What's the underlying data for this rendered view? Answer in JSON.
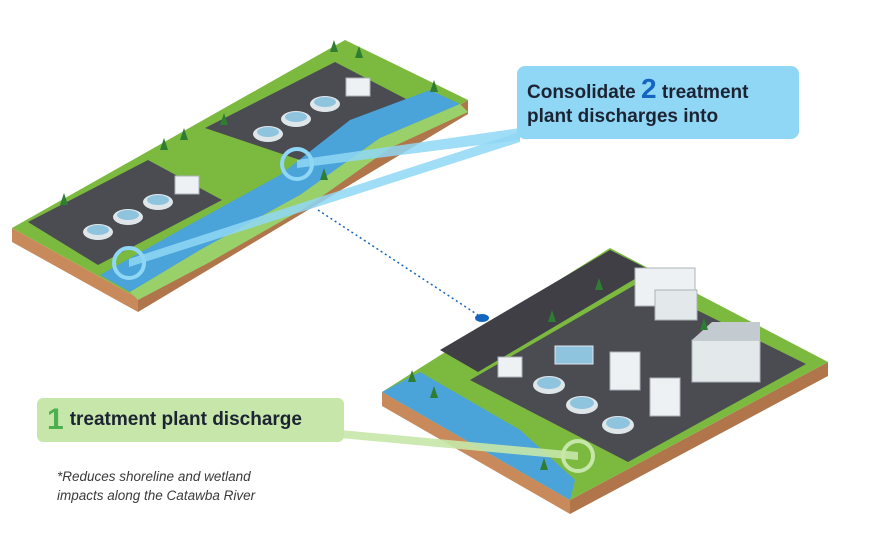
{
  "callout_top": {
    "text_before": "Consolidate ",
    "number": "2",
    "text_after": " treatment plant discharges into",
    "color": "#8fd7f5"
  },
  "callout_bottom": {
    "number": "1",
    "text": "treatment plant discharge",
    "color": "#c6e7a9"
  },
  "footnote": {
    "line1": "*Reduces shoreline and wetland",
    "line2": "impacts along the Catawba River"
  },
  "colors": {
    "grass": "#7cba3f",
    "river": "#4aa3d9",
    "pavement": "#4b4b52",
    "soil": "#c98a5b",
    "connector_blue": "#8fd7f5",
    "connector_green": "#c6e7a9"
  }
}
